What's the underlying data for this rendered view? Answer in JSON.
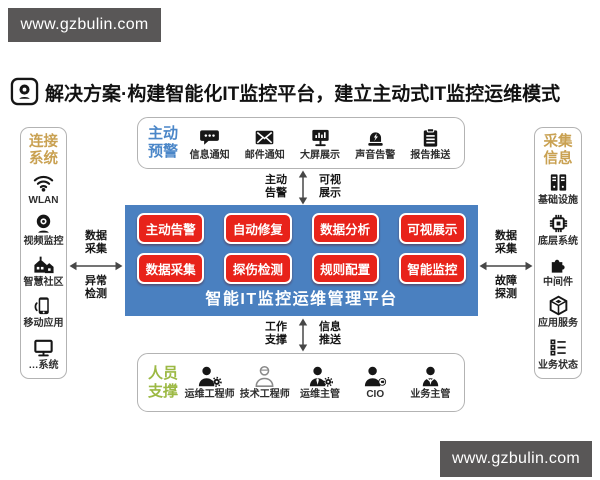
{
  "site": {
    "url": "www.gzbulin.com"
  },
  "header": {
    "icon": "webcam-logo-icon",
    "title_emphasis": "解决方案",
    "title_rest": "·构建智能化IT监控平台，建立主动式IT监控运维模式"
  },
  "colors": {
    "banner_bg": "#595757",
    "platform_blue": "#4a80c0",
    "module_red": "#e8231a",
    "connect_title_orange": "#c9a152",
    "alert_title_blue": "#4a86c8",
    "staff_title_green": "#9cb944"
  },
  "panels": {
    "connect": {
      "title": "连接系统",
      "items": [
        {
          "label": "WLAN",
          "icon": "wifi-icon"
        },
        {
          "label": "视频监控",
          "icon": "webcam-icon"
        },
        {
          "label": "智慧社区",
          "icon": "community-icon"
        },
        {
          "label": "移动应用",
          "icon": "mobile-icon"
        },
        {
          "label": "…系统",
          "icon": "monitor-icon"
        }
      ]
    },
    "alert": {
      "title": "主动预警",
      "items": [
        {
          "label": "信息通知",
          "icon": "chat-icon"
        },
        {
          "label": "邮件通知",
          "icon": "mail-icon"
        },
        {
          "label": "大屏展示",
          "icon": "screen-chart-icon"
        },
        {
          "label": "声音告警",
          "icon": "siren-icon"
        },
        {
          "label": "报告推送",
          "icon": "clipboard-icon"
        }
      ]
    },
    "collect": {
      "title": "采集信息",
      "items": [
        {
          "label": "基础设施",
          "icon": "server-icon"
        },
        {
          "label": "底层系统",
          "icon": "chip-icon"
        },
        {
          "label": "中间件",
          "icon": "puzzle-icon"
        },
        {
          "label": "应用服务",
          "icon": "cube-icon"
        },
        {
          "label": "业务状态",
          "icon": "list-icon"
        }
      ]
    },
    "staff": {
      "title": "人员支撑",
      "items": [
        {
          "label": "运维工程师",
          "icon": "engineer-icon"
        },
        {
          "label": "技术工程师",
          "icon": "tech-engineer-icon"
        },
        {
          "label": "运维主管",
          "icon": "ops-manager-icon"
        },
        {
          "label": "CIO",
          "icon": "cio-icon"
        },
        {
          "label": "业务主管",
          "icon": "business-manager-icon"
        }
      ]
    }
  },
  "platform": {
    "title": "智能IT监控运维管理平台",
    "modules": [
      "主动告警",
      "自动修复",
      "数据分析",
      "可视展示",
      "数据采集",
      "探伤检测",
      "规则配置",
      "智能监控"
    ]
  },
  "arrows": {
    "top": {
      "left": "主动告警",
      "right": "可视展示"
    },
    "bottom": {
      "left": "工作支撑",
      "right": "信息推送"
    },
    "left": {
      "above": "数据采集",
      "below": "异常检测"
    },
    "right": {
      "above": "数据采集",
      "below": "故障探测"
    }
  }
}
